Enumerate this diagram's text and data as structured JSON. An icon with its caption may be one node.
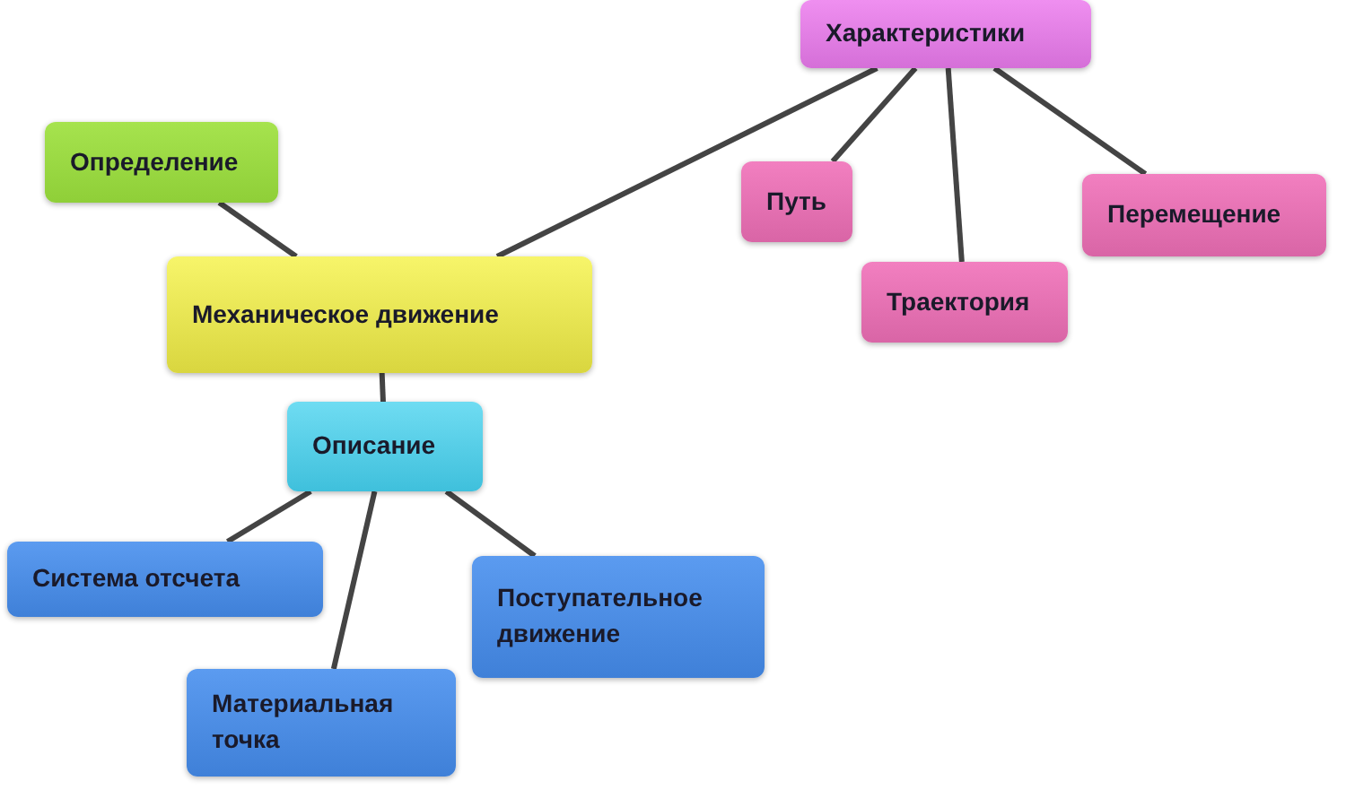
{
  "diagram": {
    "nodes": [
      {
        "text": [
          "Определение"
        ]
      },
      {
        "text": [
          "Механическое движение"
        ]
      },
      {
        "text": [
          "Характеристики"
        ]
      },
      {
        "text": [
          "Путь"
        ]
      },
      {
        "text": [
          "Траектория"
        ]
      },
      {
        "text": [
          "Перемещение"
        ]
      },
      {
        "text": [
          "Описание"
        ]
      },
      {
        "text": [
          "Система отсчета"
        ]
      },
      {
        "text": [
          "Материальная точка"
        ]
      },
      {
        "text": [
          "Поступательное движение"
        ]
      }
    ],
    "edges": [
      {
        "from": 1,
        "to": 0,
        "arrow": "none"
      },
      {
        "from": 1,
        "to": 2,
        "arrow": "none"
      },
      {
        "from": 2,
        "to": 3,
        "arrow": "none"
      },
      {
        "from": 2,
        "to": 4,
        "arrow": "none"
      },
      {
        "from": 2,
        "to": 5,
        "arrow": "none"
      },
      {
        "from": 1,
        "to": 6,
        "arrow": "none"
      },
      {
        "from": 6,
        "to": 7,
        "arrow": "none"
      },
      {
        "from": 6,
        "to": 8,
        "arrow": "none"
      },
      {
        "from": 6,
        "to": 9,
        "arrow": "none"
      }
    ]
  }
}
